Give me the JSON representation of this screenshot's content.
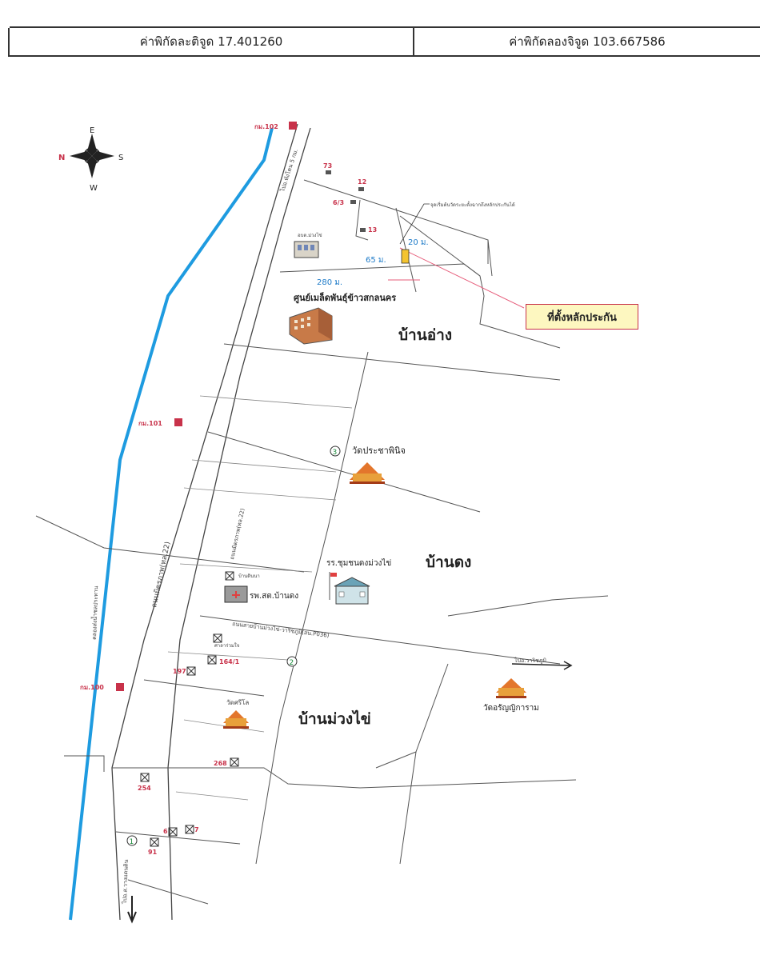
{
  "header": {
    "latitude_label": "ค่าพิกัดละติจูด 17.401260",
    "longitude_label": "ค่าพิกัดลองจิจูด 103.667586"
  },
  "compass": {
    "n": "N",
    "s": "S",
    "e": "E",
    "w": "W"
  },
  "areas": {
    "ban_ang": "บ้านอ่าง",
    "ban_dong": "บ้านดง",
    "ban_muang_khai": "บ้านม่วงไข่"
  },
  "places": {
    "rice_seed_center": "ศูนย์เมล็ดพันธุ์ข้าวสกลนคร",
    "obt": "อบต.ม่วงไข่",
    "wat_prachaphinit": "วัดประชาพินิจ",
    "school": "รร.ชุมชนดงม่วงไข่",
    "hospital": "รพ.สต.บ้านดง",
    "health_post": "บ้านดินนา",
    "sala": "ศาลาร่วมใจ",
    "wat_si_lo": "วัดศรีโล",
    "wat_rattanaram": "วัดอรัญญิการาม"
  },
  "roads": {
    "highway_22": "ถนนมิตรภาพ(ทล.22)",
    "road_p036": "ถนนสายบ้านม่วงไข่-วาริชภูมิ(สน.P036)",
    "to_phanna": "ไปอ.พังโคน 5 กม.",
    "to_warichaphum": "ไปอ.วาริชภูมิ",
    "to_sakon": "ไปอ.ส.วางแดนดิน",
    "canal": "คลองส่งน้ำชลประทาน"
  },
  "km_markers": {
    "km102": "กม.102",
    "km101": "กม.101",
    "km100": "กม.100"
  },
  "house_numbers": [
    "73",
    "12",
    "6/3",
    "13",
    "197",
    "164/1",
    "268",
    "254",
    "6",
    "7",
    "91"
  ],
  "distances": {
    "d20": "20 ม.",
    "d65": "65 ม.",
    "d280": "280 ม."
  },
  "route_numbers": [
    "1",
    "2",
    "3"
  ],
  "start_note": "จุดเริ่มต้นวัดระยะตั้งฉากถึงหลักประกันได้",
  "callout": "ที่ตั้งหลักประกัน",
  "colors": {
    "river": "#1e9be0",
    "marker": "#c8324a",
    "callout_bg": "#fdf7c0",
    "plot": "#f4c430"
  }
}
